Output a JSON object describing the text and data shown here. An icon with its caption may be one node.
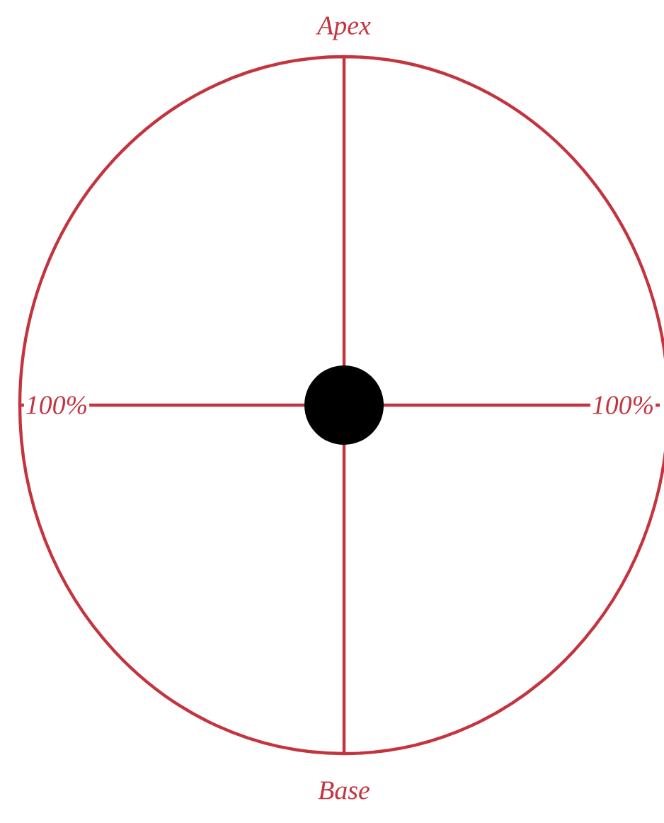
{
  "diagram": {
    "labels": [
      "Apex",
      "100%",
      "100%",
      "Base"
    ]
  }
}
